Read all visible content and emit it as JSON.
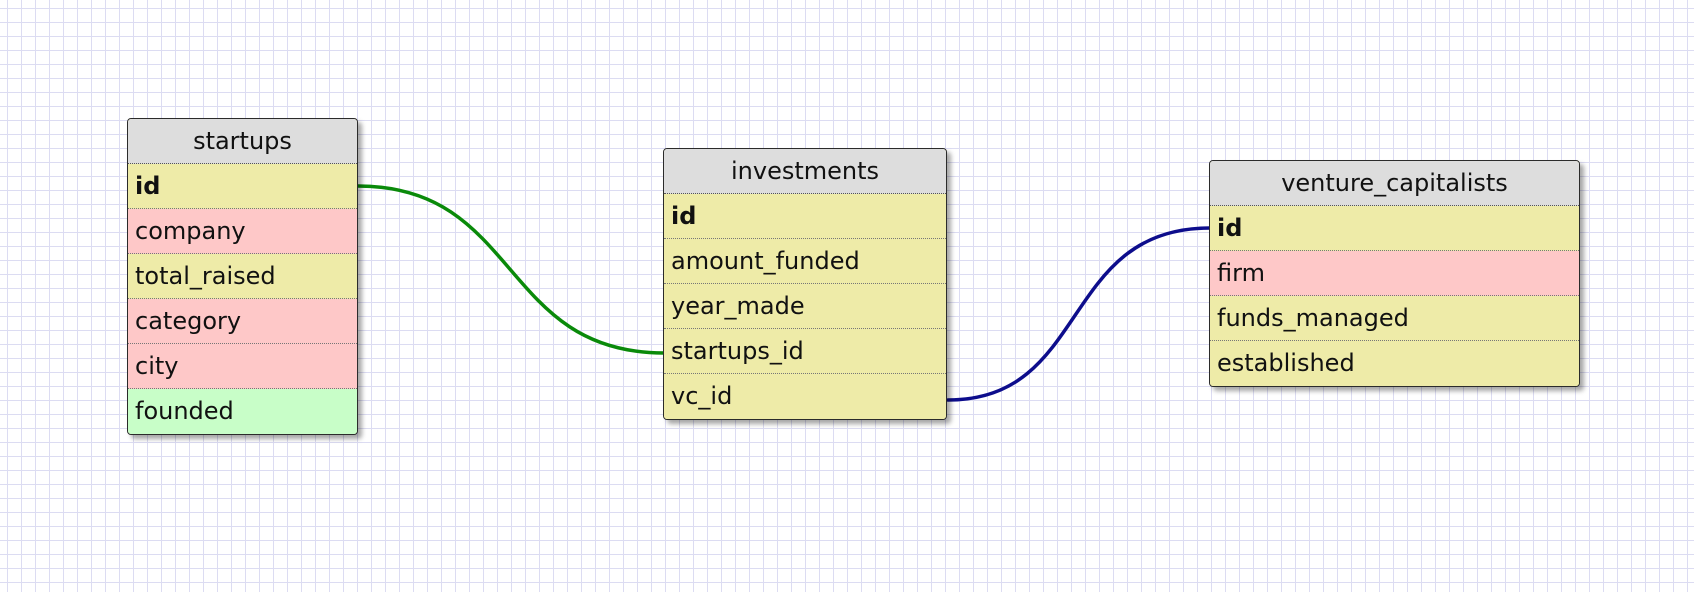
{
  "connector_colors": {
    "startups_investments": "#0a8a0a",
    "investments_vc": "#0d0d8c"
  },
  "tables": {
    "startups": {
      "title": "startups",
      "rows": [
        {
          "label": "id",
          "color": "yellow"
        },
        {
          "label": "company",
          "color": "pink"
        },
        {
          "label": "total_raised",
          "color": "yellow"
        },
        {
          "label": "category",
          "color": "pink"
        },
        {
          "label": "city",
          "color": "pink"
        },
        {
          "label": "founded",
          "color": "green"
        }
      ]
    },
    "investments": {
      "title": "investments",
      "rows": [
        {
          "label": "id",
          "color": "yellow"
        },
        {
          "label": "amount_funded",
          "color": "yellow"
        },
        {
          "label": "year_made",
          "color": "yellow"
        },
        {
          "label": "startups_id",
          "color": "yellow"
        },
        {
          "label": "vc_id",
          "color": "yellow"
        }
      ]
    },
    "venture_capitalists": {
      "title": "venture_capitalists",
      "rows": [
        {
          "label": "id",
          "color": "yellow"
        },
        {
          "label": "firm",
          "color": "pink"
        },
        {
          "label": "funds_managed",
          "color": "yellow"
        },
        {
          "label": "established",
          "color": "yellow"
        }
      ]
    }
  }
}
